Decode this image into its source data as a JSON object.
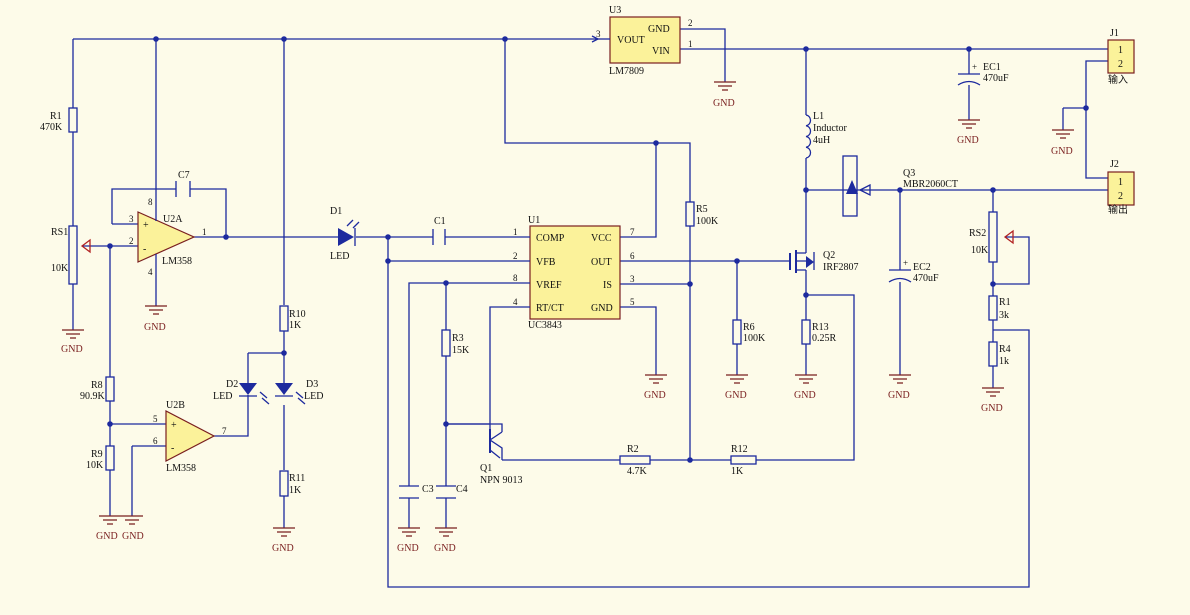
{
  "components": {
    "u3": {
      "ref": "U3",
      "part": "LM7809",
      "pin_gnd": "GND",
      "pin_vout": "VOUT",
      "pin_vin": "VIN",
      "n2": "2",
      "n1": "1",
      "n3": "3"
    },
    "u1": {
      "ref": "U1",
      "part": "UC3843",
      "p_comp": "COMP",
      "p_vfb": "VFB",
      "p_vref": "VREF",
      "p_rtct": "RT/CT",
      "p_vcc": "VCC",
      "p_out": "OUT",
      "p_is": "IS",
      "p_gnd": "GND",
      "n1": "1",
      "n2": "2",
      "n8": "8",
      "n4": "4",
      "n7": "7",
      "n6": "6",
      "n3": "3",
      "n5": "5"
    },
    "u2a": {
      "ref": "U2A",
      "part": "LM358",
      "n3": "3",
      "n2": "2",
      "n1": "1",
      "n8": "8",
      "n4": "4"
    },
    "u2b": {
      "ref": "U2B",
      "part": "LM358",
      "n5": "5",
      "n6": "6",
      "n7": "7"
    },
    "r1": {
      "ref": "R1",
      "value": "470K"
    },
    "rs1": {
      "ref": "RS1",
      "value": "10K"
    },
    "c7": {
      "ref": "C7"
    },
    "r8": {
      "ref": "R8",
      "value": "90.9K"
    },
    "r9": {
      "ref": "R9",
      "value": "10K"
    },
    "r10": {
      "ref": "R10",
      "value": "1K"
    },
    "r11": {
      "ref": "R11",
      "value": "1K"
    },
    "d1": {
      "ref": "D1",
      "value": "LED"
    },
    "d2": {
      "ref": "D2",
      "value": "LED"
    },
    "d3": {
      "ref": "D3",
      "value": "LED"
    },
    "c1": {
      "ref": "C1"
    },
    "r3": {
      "ref": "R3",
      "value": "15K"
    },
    "c3": {
      "ref": "C3"
    },
    "c4": {
      "ref": "C4"
    },
    "q1": {
      "ref": "Q1",
      "value": "NPN 9013"
    },
    "r2": {
      "ref": "R2",
      "value": "4.7K"
    },
    "r12": {
      "ref": "R12",
      "value": "1K"
    },
    "r5": {
      "ref": "R5",
      "value": "100K"
    },
    "r6": {
      "ref": "R6",
      "value": "100K"
    },
    "r13": {
      "ref": "R13",
      "value": "0.25R"
    },
    "l1": {
      "ref": "L1",
      "value": "Inductor",
      "value2": "4uH"
    },
    "q2": {
      "ref": "Q2",
      "value": "IRF2807"
    },
    "q3": {
      "ref": "Q3",
      "value": "MBR2060CT"
    },
    "ec1": {
      "ref": "EC1",
      "value": "470uF"
    },
    "ec2": {
      "ref": "EC2",
      "value": "470uF"
    },
    "rs2": {
      "ref": "RS2",
      "value": "10K"
    },
    "r1b": {
      "ref": "R1",
      "value": "3k"
    },
    "r4": {
      "ref": "R4",
      "value": "1k"
    },
    "j1": {
      "ref": "J1",
      "label": "输入",
      "p1": "1",
      "p2": "2"
    },
    "j2": {
      "ref": "J2",
      "label": "输出",
      "p1": "1",
      "p2": "2"
    }
  },
  "gnd_label": "GND",
  "plus": "+",
  "minus": "-",
  "colors": {
    "wire": "#1d2a9e",
    "ic_fill": "#fbf29a",
    "ic_border": "#7a1f1f",
    "ground": "#7a1f1f",
    "background": "#fdfbe9"
  }
}
